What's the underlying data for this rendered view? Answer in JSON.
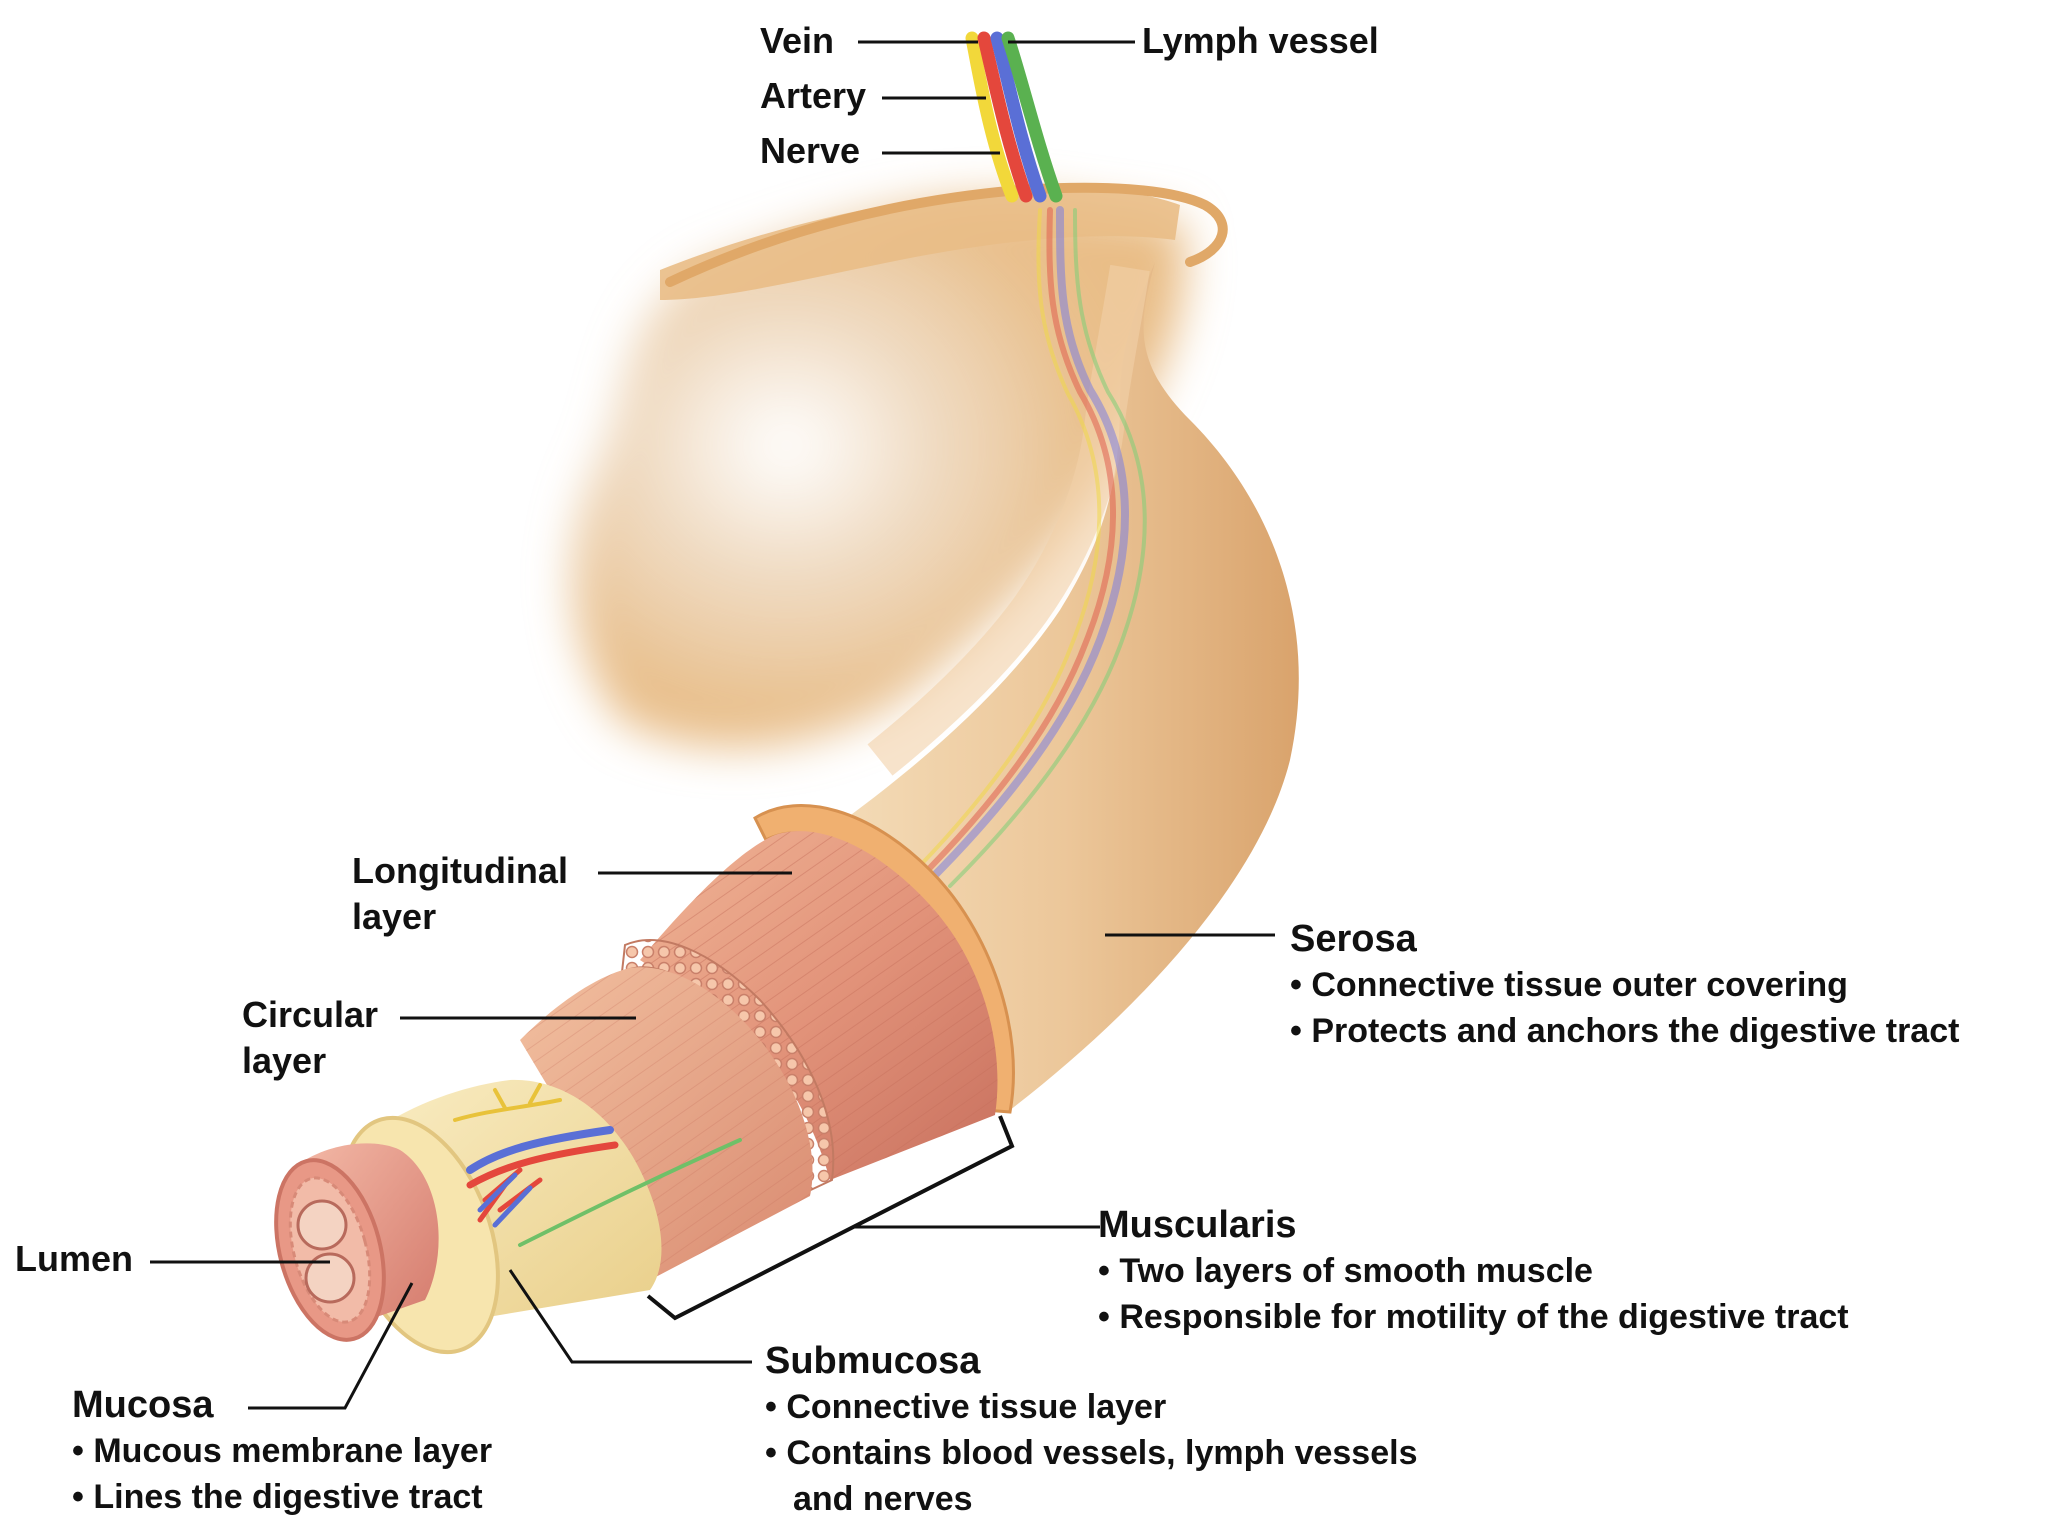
{
  "vessels": {
    "vein": "Vein",
    "artery": "Artery",
    "nerve": "Nerve",
    "lymph": "Lymph vessel"
  },
  "layers": {
    "longitudinal": [
      "Longitudinal",
      "layer"
    ],
    "circular": [
      "Circular",
      "layer"
    ],
    "lumen": "Lumen"
  },
  "serosa": {
    "title": "Serosa",
    "items": [
      "Connective tissue outer covering",
      "Protects and anchors the digestive tract"
    ]
  },
  "muscularis": {
    "title": "Muscularis",
    "items": [
      "Two layers of smooth muscle",
      "Responsible for motility of the digestive tract"
    ]
  },
  "submucosa": {
    "title": "Submucosa",
    "items": [
      "Connective tissue layer",
      "Contains blood vessels, lymph vessels"
    ],
    "continuation": "and nerves"
  },
  "mucosa": {
    "title": "Mucosa",
    "items": [
      "Mucous membrane layer",
      "Lines the digestive tract"
    ]
  },
  "colors": {
    "serosa": "#e8bd8a",
    "muscle": "#e49a7e",
    "submucosa": "#f1dca0",
    "mucosa": "#e79a8a",
    "vein": "#5a6fd6",
    "artery": "#e4473c",
    "nerve": "#f2d83a",
    "lymph": "#5ab150"
  }
}
